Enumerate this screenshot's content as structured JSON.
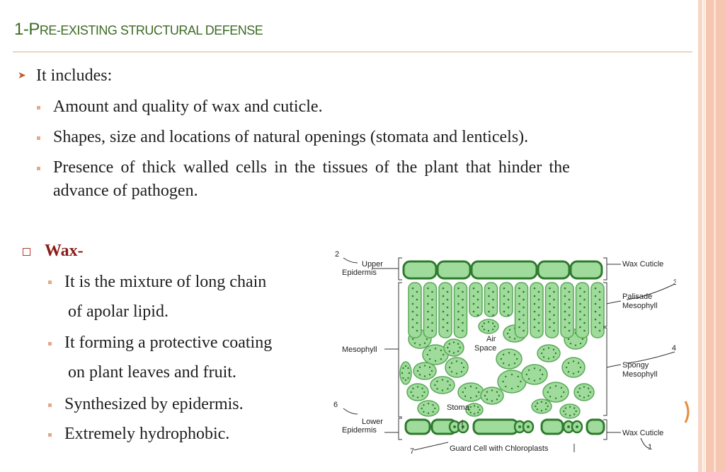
{
  "slide": {
    "title_first": "1-P",
    "title_rest": "re-existing structural defense",
    "intro": "It includes:",
    "items": [
      "Amount and quality of wax and cuticle.",
      "Shapes, size and locations of natural openings (stomata and lenticels).",
      "Presence of thick walled cells in the tissues of the plant that hinder the",
      "advance of pathogen."
    ],
    "wax_heading": "Wax-",
    "wax_points": [
      "It is the mixture of long chain",
      "of apolar lipid.",
      "It forming a protective coating",
      "on plant leaves and fruit.",
      "Synthesized by epidermis.",
      "Extremely hydrophobic."
    ],
    "accent_color": "#3d6b24",
    "stripe_color": "#f5c6b0"
  },
  "diagram": {
    "labels": {
      "num2": "2",
      "upper": "Upper",
      "epidermis_u": "Epidermis",
      "mesophyll": "Mesophyll",
      "num6": "6",
      "lower": "Lower",
      "epidermis_l": "Epidermis",
      "num7": "7",
      "wax_top": "Wax Cuticle",
      "palisade": "Palisade",
      "mesophyll_p": "Mesophyll",
      "num3": "3",
      "num4": "4",
      "spongy": "Spongy",
      "mesophyll_s": "Mesophyll",
      "wax_bottom": "Wax Cuticle",
      "num1": "1",
      "air": "Air",
      "space": "Space",
      "stoma": "Stoma",
      "guard": "Guard Cell with Chloroplasts"
    }
  }
}
